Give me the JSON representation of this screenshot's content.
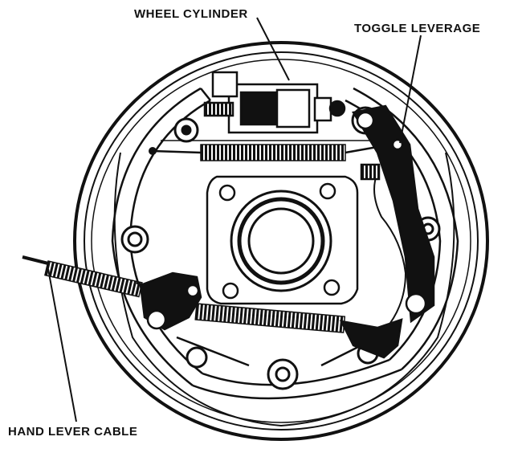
{
  "labels": {
    "wheel_cylinder": "WHEEL CYLINDER",
    "toggle_leverage": "TOGGLE LEVERAGE",
    "hand_lever_cable": "HAND LEVER CABLE"
  },
  "colors": {
    "ink": "#111111",
    "paper": "#ffffff"
  }
}
